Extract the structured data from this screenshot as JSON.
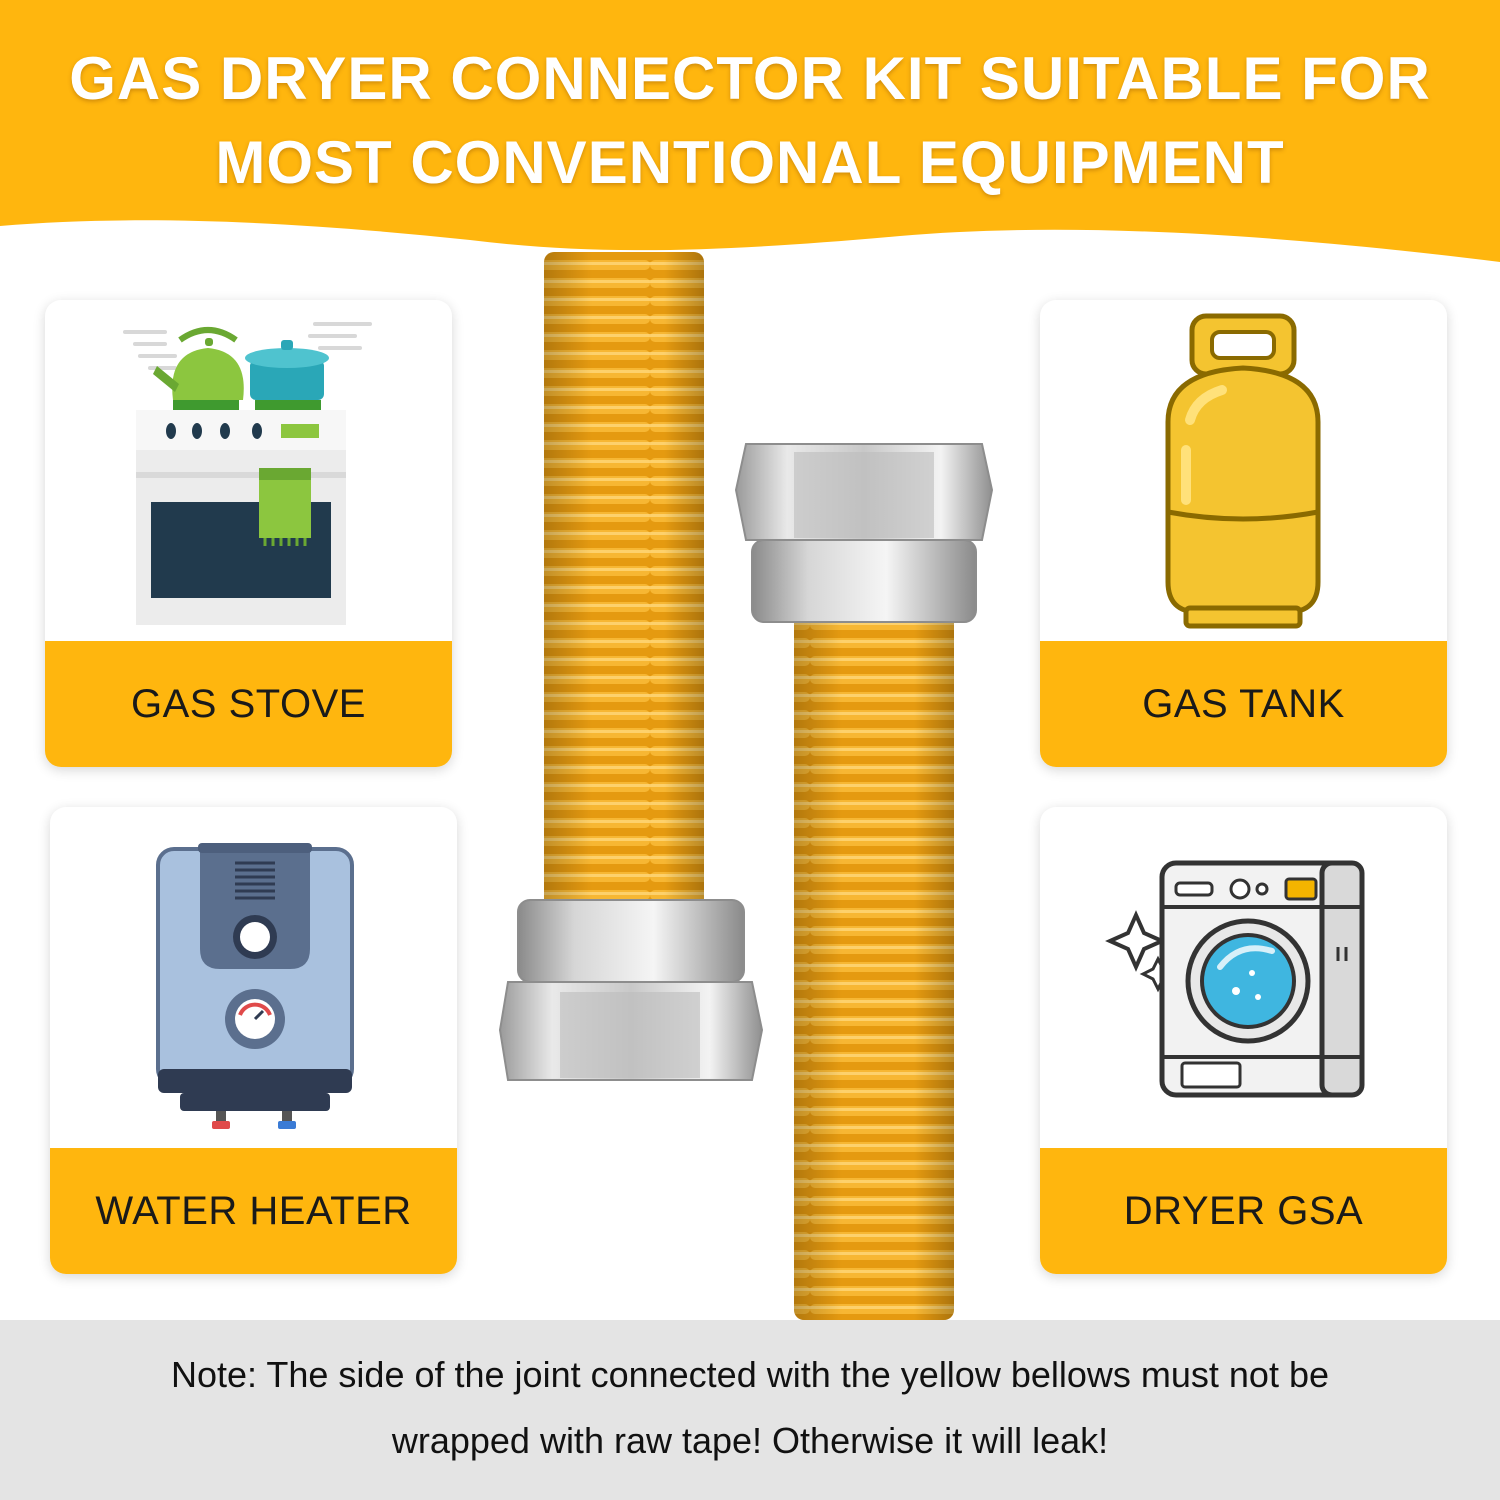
{
  "banner": {
    "line1": "GAS DRYER CONNECTOR KIT SUITABLE FOR",
    "line2": "MOST CONVENTIONAL EQUIPMENT"
  },
  "cards": [
    {
      "id": "gas-stove",
      "label": "GAS STOVE",
      "icon": "gas-stove-icon"
    },
    {
      "id": "gas-tank",
      "label": "GAS TANK",
      "icon": "gas-tank-icon"
    },
    {
      "id": "water-heater",
      "label": "WATER HEATER",
      "icon": "water-heater-icon"
    },
    {
      "id": "dryer",
      "label": "DRYER GSA",
      "icon": "washing-machine-icon"
    }
  ],
  "note": {
    "line1": "Note: The side of the joint connected with the yellow bellows must not be",
    "line2": "wrapped with raw tape! Otherwise it will leak!"
  },
  "colors": {
    "accent": "#ffb60e",
    "hose": "#f0ae1c",
    "note_background": "#e4e4e4"
  }
}
